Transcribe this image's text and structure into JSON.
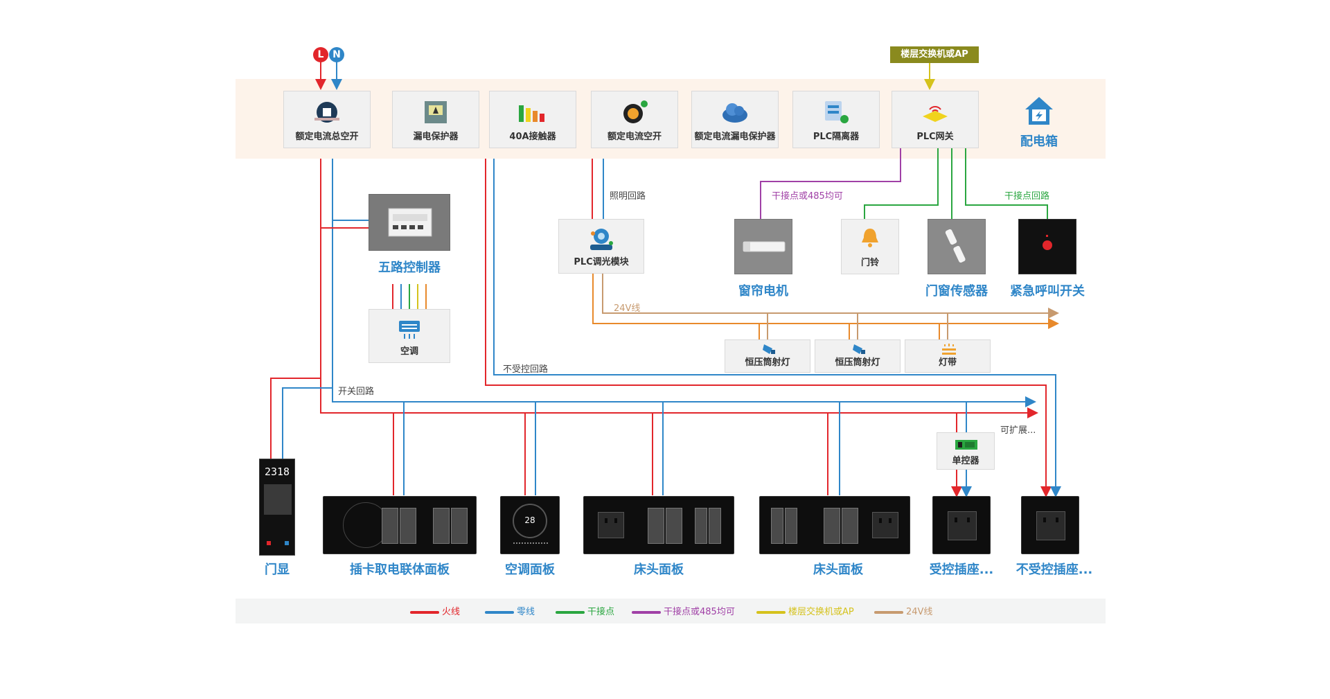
{
  "source_badges": {
    "live": "L",
    "neutral": "N"
  },
  "floor_switch_tag": "楼层交换机或AP",
  "distribution_box_label": "配电箱",
  "dist_devices": [
    {
      "label": "额定电流总空开",
      "icon": "main-breaker-icon"
    },
    {
      "label": "漏电保护器",
      "icon": "leakage-protector-icon"
    },
    {
      "label": "40A接触器",
      "icon": "contactor-icon"
    },
    {
      "label": "额定电流空开",
      "icon": "breaker-icon"
    },
    {
      "label": "额定电流漏电保护器",
      "icon": "cloud-protector-icon"
    },
    {
      "label": "PLC隔离器",
      "icon": "plc-isolator-icon"
    },
    {
      "label": "PLC网关",
      "icon": "plc-gateway-icon"
    }
  ],
  "modules": {
    "five_way_controller": "五路控制器",
    "ac_unit": "空调",
    "plc_dimmer": "PLC调光模块",
    "curtain_motor": "窗帘电机",
    "doorbell": "门铃",
    "door_sensor": "门窗传感器",
    "emergency_switch": "紧急呼叫开关",
    "downlight_1": "恒压筒射灯",
    "downlight_2": "恒压筒射灯",
    "light_strip": "灯带",
    "single_controller": "单控器"
  },
  "wire_labels": {
    "lighting_circuit": "照明回路",
    "dry_or_485": "干接点或485均可",
    "dry_contact_circuit": "干接点回路",
    "v24": "24V线",
    "uncontrolled_circuit": "不受控回路",
    "switch_circuit": "开关回路",
    "expandable": "可扩展..."
  },
  "bottom_devices": {
    "door_display": "门显",
    "door_number": "2318",
    "card_panel": "插卡取电联体面板",
    "ac_panel": "空调面板",
    "bedside_panel_1": "床头面板",
    "bedside_panel_2": "床头面板",
    "controlled_socket": "受控插座...",
    "uncontrolled_socket": "不受控插座...",
    "thermostat_reading": "28"
  },
  "legend": [
    {
      "label": "火线",
      "color": "#e2262b"
    },
    {
      "label": "零线",
      "color": "#2f86c8"
    },
    {
      "label": "干接点",
      "color": "#2aa640"
    },
    {
      "label": "干接点或485均可",
      "color": "#a040a6"
    },
    {
      "label": "楼层交换机或AP",
      "color": "#d5c21c"
    },
    {
      "label": "24V线",
      "color": "#c79a6f"
    }
  ],
  "colors": {
    "live": "#e2262b",
    "neutral": "#2f86c8",
    "dry": "#2aa640",
    "rs485": "#a040a6",
    "network": "#d5c21c",
    "v24_tan": "#c79a6f",
    "v24_orange": "#e8892b",
    "label_blue": "#2f86c8"
  }
}
